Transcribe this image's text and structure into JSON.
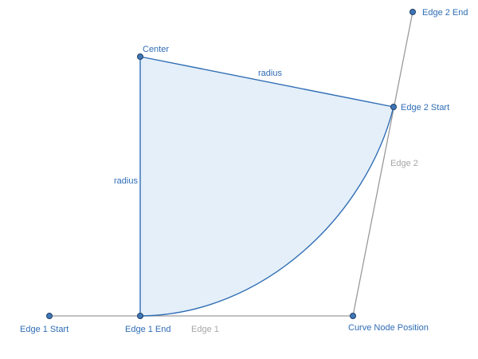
{
  "colors": {
    "accent": "#2f6db5",
    "edge_line": "#9a9a9a",
    "edge_label": "#a6a6a6",
    "fill": "#e4eff9",
    "point_fill": "#3f76b8",
    "point_stroke": "#1f3f66"
  },
  "labels": {
    "center": "Center",
    "radius_top": "radius",
    "radius_left": "radius",
    "edge1_start": "Edge 1 Start",
    "edge1_end": "Edge 1 End",
    "edge1": "Edge 1",
    "edge2_start": "Edge 2 Start",
    "edge2_end": "Edge 2 End",
    "edge2": "Edge 2",
    "curve_node": "Curve Node Position"
  }
}
